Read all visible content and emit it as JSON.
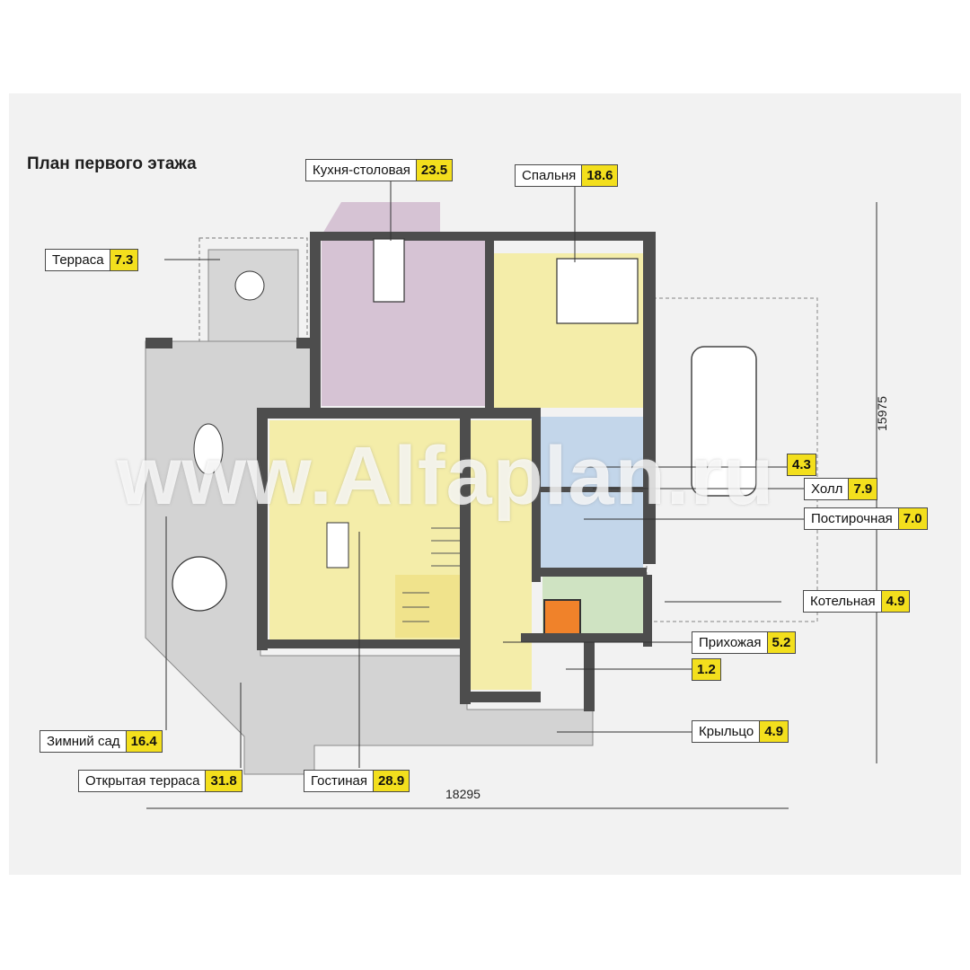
{
  "title": "План первого этажа",
  "watermark": "www.Alfaplan.ru",
  "dimensions": {
    "width": "18295",
    "depth": "15975"
  },
  "rooms": {
    "kitchen": {
      "name": "Кухня-столовая",
      "area": "23.5"
    },
    "bedroom": {
      "name": "Спальня",
      "area": "18.6"
    },
    "terrace": {
      "name": "Терраса",
      "area": "7.3"
    },
    "bath": {
      "name": "",
      "area": "4.3"
    },
    "hall": {
      "name": "Холл",
      "area": "7.9"
    },
    "laundry": {
      "name": "Постирочная",
      "area": "7.0"
    },
    "boiler": {
      "name": "Котельная",
      "area": "4.9"
    },
    "entrance": {
      "name": "Прихожая",
      "area": "5.2"
    },
    "closet": {
      "name": "",
      "area": "1.2"
    },
    "porch": {
      "name": "Крыльцо",
      "area": "4.9"
    },
    "winter_garden": {
      "name": "Зимний сад",
      "area": "16.4"
    },
    "open_terrace": {
      "name": "Открытая терраса",
      "area": "31.8"
    },
    "living": {
      "name": "Гостиная",
      "area": "28.9"
    }
  },
  "colors": {
    "wall": "#4d4d4d",
    "kitchen_floor": "#d6c3d4",
    "living_floor": "#f4eda9",
    "bath_floor": "#c3d6ea",
    "boiler_floor": "#cfe3c2",
    "terrace_floor": "#d3d3d3",
    "label_value": "#f3df1d",
    "background": "#f2f2f2"
  }
}
